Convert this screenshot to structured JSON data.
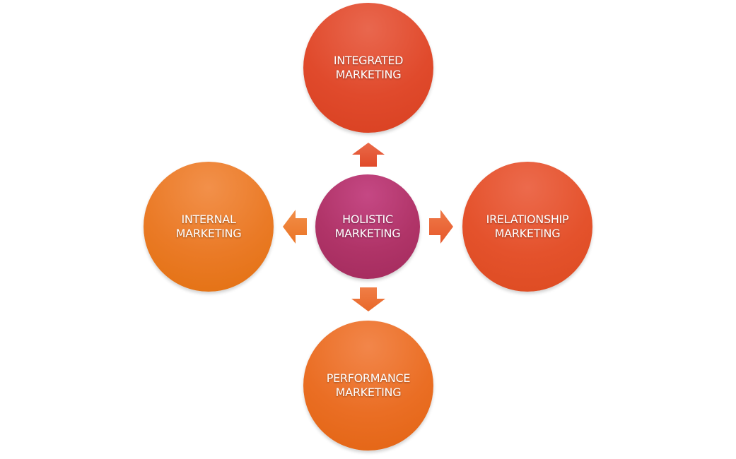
{
  "diagram": {
    "center": {
      "line1": "HOLISTIC",
      "line2": "MARKETING",
      "color": "#b03468"
    },
    "top": {
      "line1": "INTEGRATED",
      "line2": "MARKETING",
      "color": "#e04a2c"
    },
    "right": {
      "line1": "IRELATIONSHIP",
      "line2": "MARKETING",
      "color": "#e4522c"
    },
    "left": {
      "line1": "INTERNAL",
      "line2": "MARKETING",
      "color": "#ea7a26"
    },
    "bottom": {
      "line1": "PERFORMANCE",
      "line2": "MARKETING",
      "color": "#ea6e24"
    }
  }
}
